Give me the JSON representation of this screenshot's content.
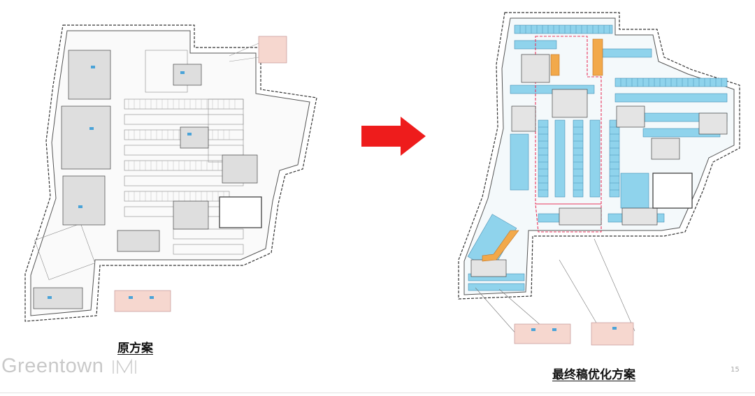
{
  "captions": {
    "left": "原方案",
    "right": "最终稿优化方案"
  },
  "brand": {
    "name": "Greentown",
    "color": "#c9c9c9"
  },
  "page_number": "15",
  "arrow": {
    "color": "#ee1c1c"
  },
  "plan_colors": {
    "line": "#4a4a4a",
    "parking_highlight": "#8fd3ec",
    "core_highlight": "#f2a94a",
    "boundary_dash": "#e8365d",
    "detail_fill": "#f6d7cf"
  }
}
